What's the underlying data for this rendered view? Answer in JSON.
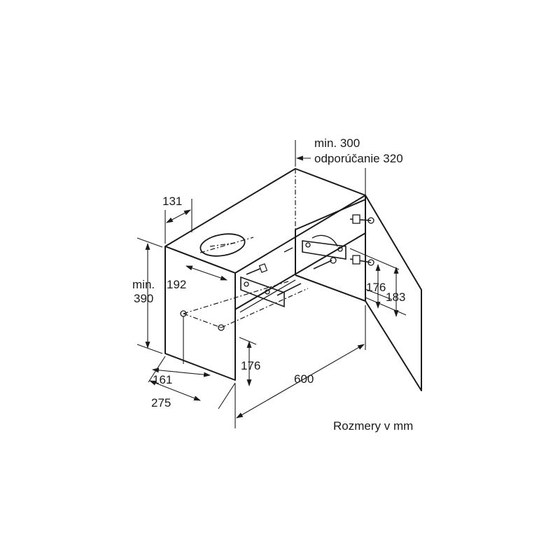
{
  "dimensions": {
    "top_depth": [
      "min. 300",
      "odporúčanie 320"
    ],
    "duct_offset": "131",
    "duct_diameter": "192",
    "height": [
      "min.",
      "390"
    ],
    "side_hole_depth": "161",
    "side_depth": "275",
    "side_hole_height": "176",
    "width": "600",
    "bracket_height_1": "176",
    "bracket_height_2": "183"
  },
  "units_note": "Rozmery v mm"
}
